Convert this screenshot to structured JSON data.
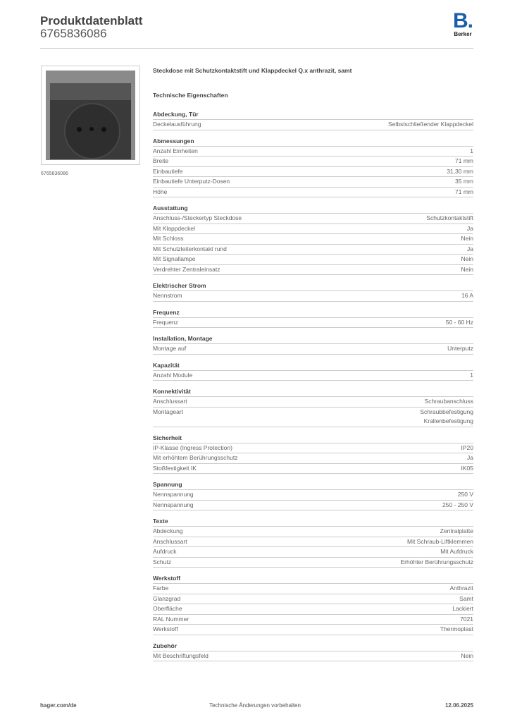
{
  "header": {
    "title": "Produktdatenblatt",
    "number": "6765836086",
    "logo_text": "Berker",
    "logo_letter": "B."
  },
  "product": {
    "image_caption": "6765836086",
    "name": "Steckdose mit Schutzkontaktstift und Klappdeckel Q.x anthrazit, samt",
    "section_title": "Technische Eigenschaften"
  },
  "sections": [
    {
      "title": "Abdeckung, Tür",
      "rows": [
        [
          "Deckelausführung",
          "Selbstschließender Klappdeckel"
        ]
      ]
    },
    {
      "title": "Abmessungen",
      "rows": [
        [
          "Anzahl Einheiten",
          "1"
        ],
        [
          "Breite",
          "71 mm"
        ],
        [
          "Einbautiefe",
          "31,30 mm"
        ],
        [
          "Einbautiefe Unterputz-Dosen",
          "35 mm"
        ],
        [
          "Höhe",
          "71 mm"
        ]
      ]
    },
    {
      "title": "Ausstattung",
      "rows": [
        [
          "Anschluss-/Steckertyp Steckdose",
          "Schutzkontaktstift"
        ],
        [
          "Mit Klappdeckel",
          "Ja"
        ],
        [
          "Mit Schloss",
          "Nein"
        ],
        [
          "Mit Schutzleiterkontakt rund",
          "Ja"
        ],
        [
          "Mit Signallampe",
          "Nein"
        ],
        [
          "Verdrehter Zentraleinsatz",
          "Nein"
        ]
      ]
    },
    {
      "title": "Elektrischer Strom",
      "rows": [
        [
          "Nennstrom",
          "16 A"
        ]
      ]
    },
    {
      "title": "Frequenz",
      "rows": [
        [
          "Frequenz",
          "50 - 60 Hz"
        ]
      ]
    },
    {
      "title": "Installation, Montage",
      "rows": [
        [
          "Montage auf",
          "Unterputz"
        ]
      ]
    },
    {
      "title": "Kapazität",
      "rows": [
        [
          "Anzahl Module",
          "1"
        ]
      ]
    },
    {
      "title": "Konnektivität",
      "rows": [
        [
          "Anschlussart",
          "Schraubanschluss"
        ],
        [
          "Montageart",
          "Schraubbefestigung\nKrallenbefestigung"
        ]
      ]
    },
    {
      "title": "Sicherheit",
      "rows": [
        [
          "IP-Klasse (Ingress Protection)",
          "IP20"
        ],
        [
          "Mit erhöhtem Berührungsschutz",
          "Ja"
        ],
        [
          "Stoßfestigkeit IK",
          "IK05"
        ]
      ]
    },
    {
      "title": "Spannung",
      "rows": [
        [
          "Nennspannung",
          "250 V"
        ],
        [
          "Nennspannung",
          "250 - 250 V"
        ]
      ]
    },
    {
      "title": "Texte",
      "rows": [
        [
          "Abdeckung",
          "Zentralplatte"
        ],
        [
          "Anschlussart",
          "Mit Schraub-Liftklemmen"
        ],
        [
          "Aufdruck",
          "Mit Aufdruck"
        ],
        [
          "Schutz",
          "Erhöhter Berührungsschutz"
        ]
      ]
    },
    {
      "title": "Werkstoff",
      "rows": [
        [
          "Farbe",
          "Anthrazit"
        ],
        [
          "Glanzgrad",
          "Samt"
        ],
        [
          "Oberfläche",
          "Lackiert"
        ],
        [
          "RAL Nummer",
          "7021"
        ],
        [
          "Werkstoff",
          "Thermoplast"
        ]
      ]
    },
    {
      "title": "Zubehör",
      "rows": [
        [
          "Mit Beschriftungsfeld",
          "Nein"
        ]
      ]
    }
  ],
  "footer": {
    "website": "hager.com/de",
    "note": "Technische Änderungen vorbehalten",
    "date": "12.06.2025"
  }
}
